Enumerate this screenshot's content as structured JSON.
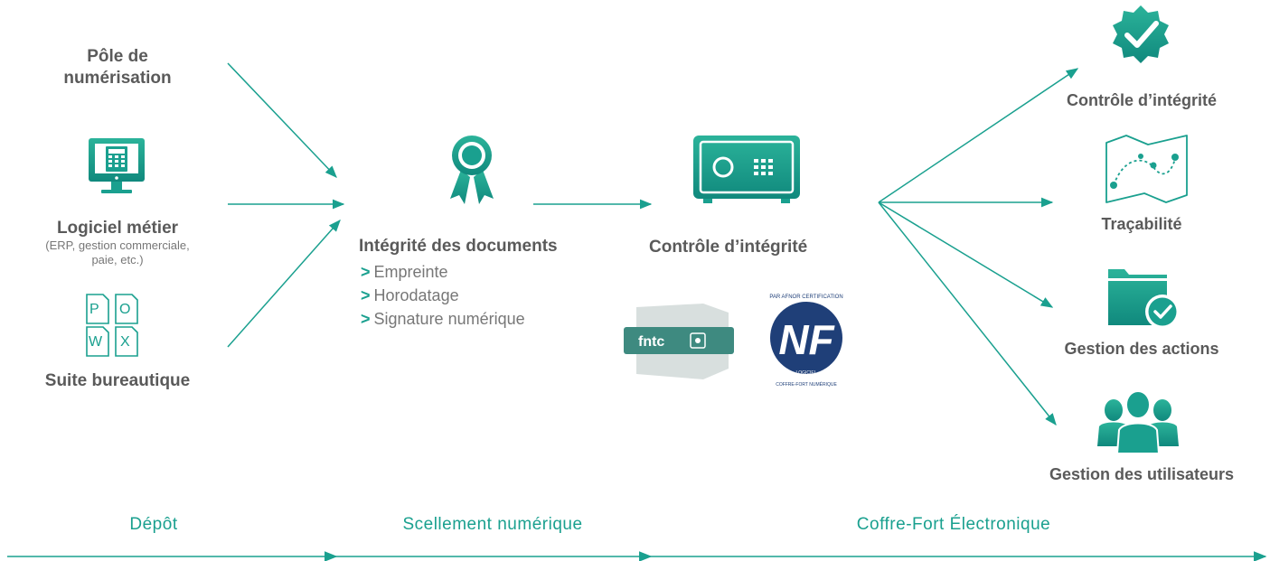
{
  "sources": {
    "pole": [
      "Pôle de",
      "numérisation"
    ],
    "logiciel_title": "Logiciel métier",
    "logiciel_sub": [
      "(ERP, gestion commerciale,",
      "paie, etc.)"
    ],
    "suite_title": "Suite bureautique",
    "office_letters": [
      "P",
      "O",
      "W",
      "X"
    ]
  },
  "integrity": {
    "title": "Intégrité des documents",
    "bullet_symbol": ">",
    "items": [
      "Empreinte",
      "Horodatage",
      "Signature numérique"
    ]
  },
  "control": {
    "title": "Contrôle d’intégrité"
  },
  "certifications": {
    "fntc_text": "fntc",
    "nf_text": "NF",
    "nf_arc": "PAR AFNOR CERTIFICATION",
    "nf_bottom": [
      "LOGICIEL",
      "COFFRE-FORT NUMÉRIQUE"
    ]
  },
  "features": {
    "controle": "Contrôle d’intégrité",
    "tracabilite": "Traçabilité",
    "actions": "Gestion des actions",
    "utilisateurs": "Gestion des utilisateurs"
  },
  "phases": {
    "depot": "Dépôt",
    "scellement": "Scellement numérique",
    "coffre": "Coffre-Fort Électronique"
  },
  "colors": {
    "accent": "#1aa08f",
    "accent_dark": "#0f8f80",
    "text": "#5a5a5a"
  },
  "icons": [
    "calculator-monitor-icon",
    "office-files-icon",
    "ribbon-award-icon",
    "safe-icon",
    "check-badge-icon",
    "map-route-icon",
    "folder-check-icon",
    "users-icon"
  ]
}
